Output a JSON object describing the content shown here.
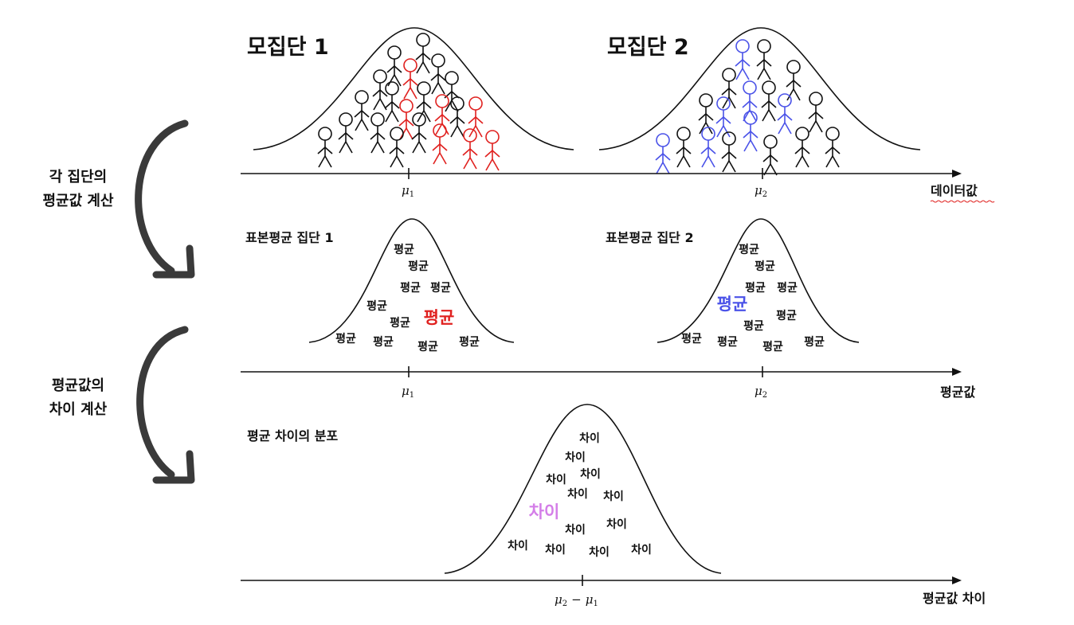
{
  "colors": {
    "ink": "#111111",
    "sample1_highlight": "#e0211f",
    "sample2_highlight": "#4a52e8",
    "difference_highlight": "#d47ee8"
  },
  "side_labels": {
    "step1": [
      "각 집단의",
      "평균값 계산"
    ],
    "step2": [
      "평균값의",
      "차이 계산"
    ]
  },
  "panel1": {
    "title_left": "모집단 1",
    "title_right": "모집단 2",
    "axis_label": "데이터값",
    "tick_left": {
      "sym": "μ",
      "sub": "1"
    },
    "tick_right": {
      "sym": "μ",
      "sub": "2"
    }
  },
  "panel2": {
    "title_left": "표본평균 집단 1",
    "title_right": "표본평균 집단 2",
    "axis_label": "평균값",
    "token": "평균",
    "highlight_token": "평균",
    "tick_left": {
      "sym": "μ",
      "sub": "1"
    },
    "tick_right": {
      "sym": "μ",
      "sub": "2"
    }
  },
  "panel3": {
    "title": "평균 차이의 분포",
    "axis_label": "평균값 차이",
    "token": "차이",
    "highlight_token": "차이",
    "tick": {
      "sym1": "μ",
      "sub1": "2",
      "op": "−",
      "sym2": "μ",
      "sub2": "1"
    }
  }
}
